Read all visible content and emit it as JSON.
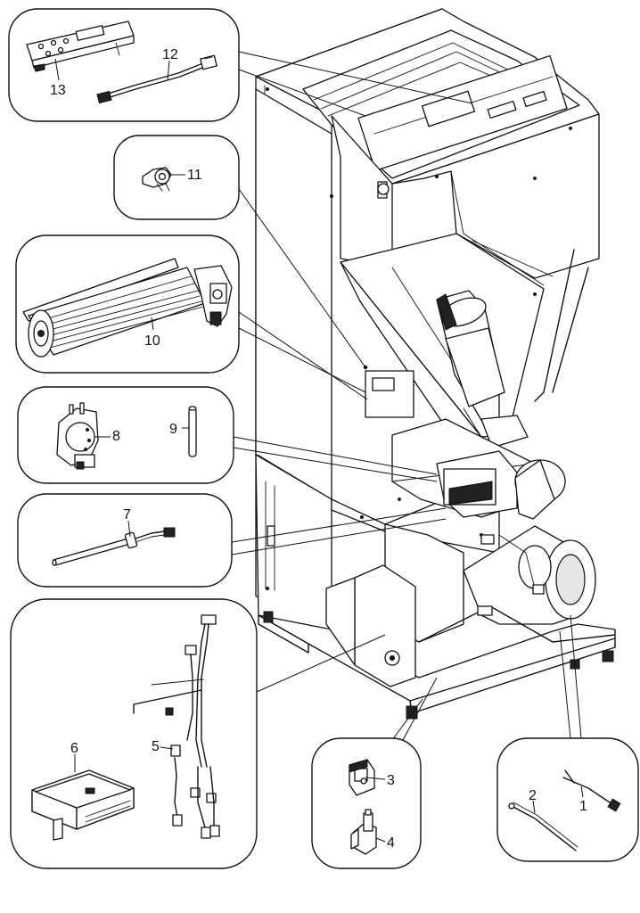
{
  "callouts": [
    {
      "id": "1",
      "text": "1"
    },
    {
      "id": "2",
      "text": "2"
    },
    {
      "id": "3",
      "text": "3"
    },
    {
      "id": "4",
      "text": "4"
    },
    {
      "id": "5",
      "text": "5"
    },
    {
      "id": "6",
      "text": "6"
    },
    {
      "id": "7",
      "text": "7"
    },
    {
      "id": "8",
      "text": "8"
    },
    {
      "id": "9",
      "text": "9"
    },
    {
      "id": "10",
      "text": "10"
    },
    {
      "id": "11",
      "text": "11"
    },
    {
      "id": "12",
      "text": "12"
    },
    {
      "id": "13",
      "text": "13"
    }
  ],
  "parts": [
    {
      "callout": "1",
      "icon": "temperature-probe-icon"
    },
    {
      "callout": "2",
      "icon": "probe-rod-icon"
    },
    {
      "callout": "3",
      "icon": "safety-switch-icon"
    },
    {
      "callout": "4",
      "icon": "pressure-fitting-icon"
    },
    {
      "callout": "5",
      "icon": "wiring-harness-icon"
    },
    {
      "callout": "6",
      "icon": "control-board-icon"
    },
    {
      "callout": "7",
      "icon": "igniter-icon"
    },
    {
      "callout": "8",
      "icon": "pressure-switch-icon"
    },
    {
      "callout": "9",
      "icon": "tube-icon"
    },
    {
      "callout": "10",
      "icon": "tangential-fan-icon"
    },
    {
      "callout": "11",
      "icon": "thermostat-icon"
    },
    {
      "callout": "12",
      "icon": "cable-icon"
    },
    {
      "callout": "13",
      "icon": "control-panel-icon"
    }
  ]
}
